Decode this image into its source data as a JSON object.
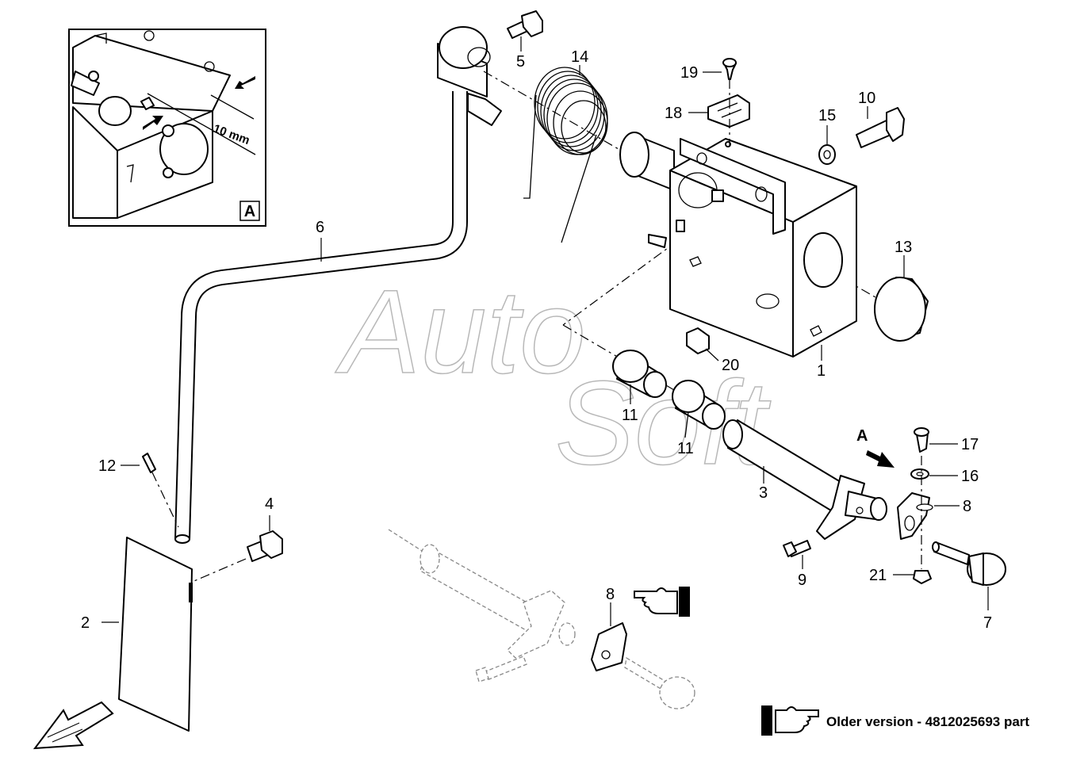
{
  "diagram": {
    "inset": {
      "label": "A",
      "dimension": "10 mm"
    },
    "view_marker": "A",
    "watermark": "AutoSoft",
    "callouts": [
      "1",
      "2",
      "3",
      "4",
      "5",
      "6",
      "7",
      "8",
      "8",
      "9",
      "10",
      "11",
      "11",
      "12",
      "13",
      "14",
      "15",
      "16",
      "17",
      "18",
      "19",
      "20",
      "21"
    ],
    "note": "Older version - 4812025693 part"
  }
}
